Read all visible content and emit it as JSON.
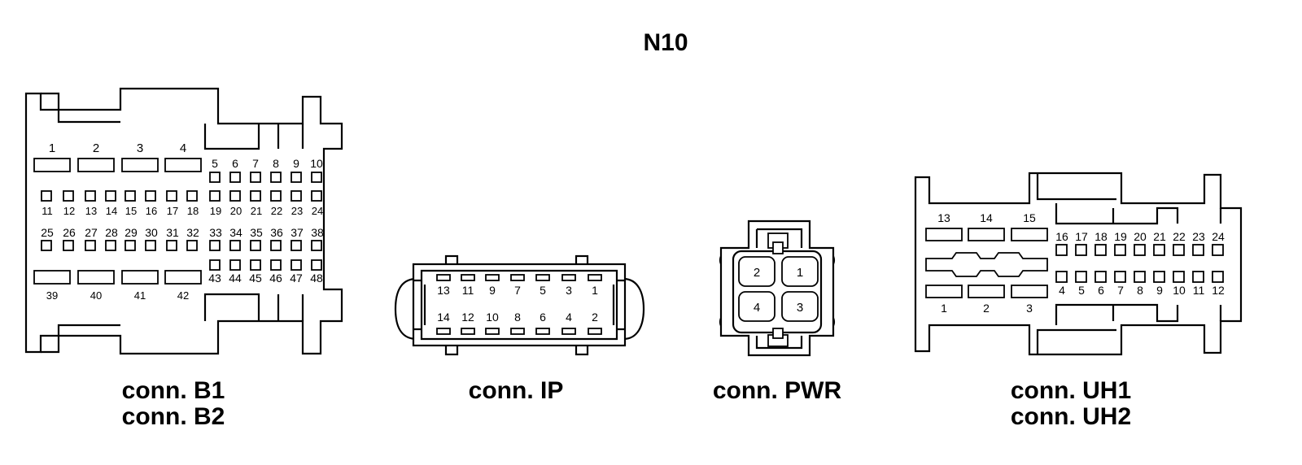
{
  "title": "N10",
  "connectors": {
    "b": {
      "caption_1": "conn. B1",
      "caption_2": "conn. B2",
      "big_top": [
        "1",
        "2",
        "3",
        "4"
      ],
      "small_r1": [
        "5",
        "6",
        "7",
        "8",
        "9",
        "10"
      ],
      "row2": [
        "11",
        "12",
        "13",
        "14",
        "15",
        "16",
        "17",
        "18",
        "19",
        "20",
        "21",
        "22",
        "23",
        "24"
      ],
      "row3": [
        "25",
        "26",
        "27",
        "28",
        "29",
        "30",
        "31",
        "32",
        "33",
        "34",
        "35",
        "36",
        "37",
        "38"
      ],
      "small_r4": [
        "43",
        "44",
        "45",
        "46",
        "47",
        "48"
      ],
      "big_bottom": [
        "39",
        "40",
        "41",
        "42"
      ]
    },
    "ip": {
      "caption": "conn. IP",
      "top": [
        "13",
        "11",
        "9",
        "7",
        "5",
        "3",
        "1"
      ],
      "bottom": [
        "14",
        "12",
        "10",
        "8",
        "6",
        "4",
        "2"
      ]
    },
    "pwr": {
      "caption": "conn. PWR",
      "pins": [
        "2",
        "1",
        "4",
        "3"
      ]
    },
    "uh": {
      "caption_1": "conn. UH1",
      "caption_2": "conn. UH2",
      "big_top": [
        "13",
        "14",
        "15"
      ],
      "small_top": [
        "16",
        "17",
        "18",
        "19",
        "20",
        "21",
        "22",
        "23",
        "24"
      ],
      "small_bottom": [
        "4",
        "5",
        "6",
        "7",
        "8",
        "9",
        "10",
        "11",
        "12"
      ],
      "big_bottom": [
        "1",
        "2",
        "3"
      ]
    }
  }
}
